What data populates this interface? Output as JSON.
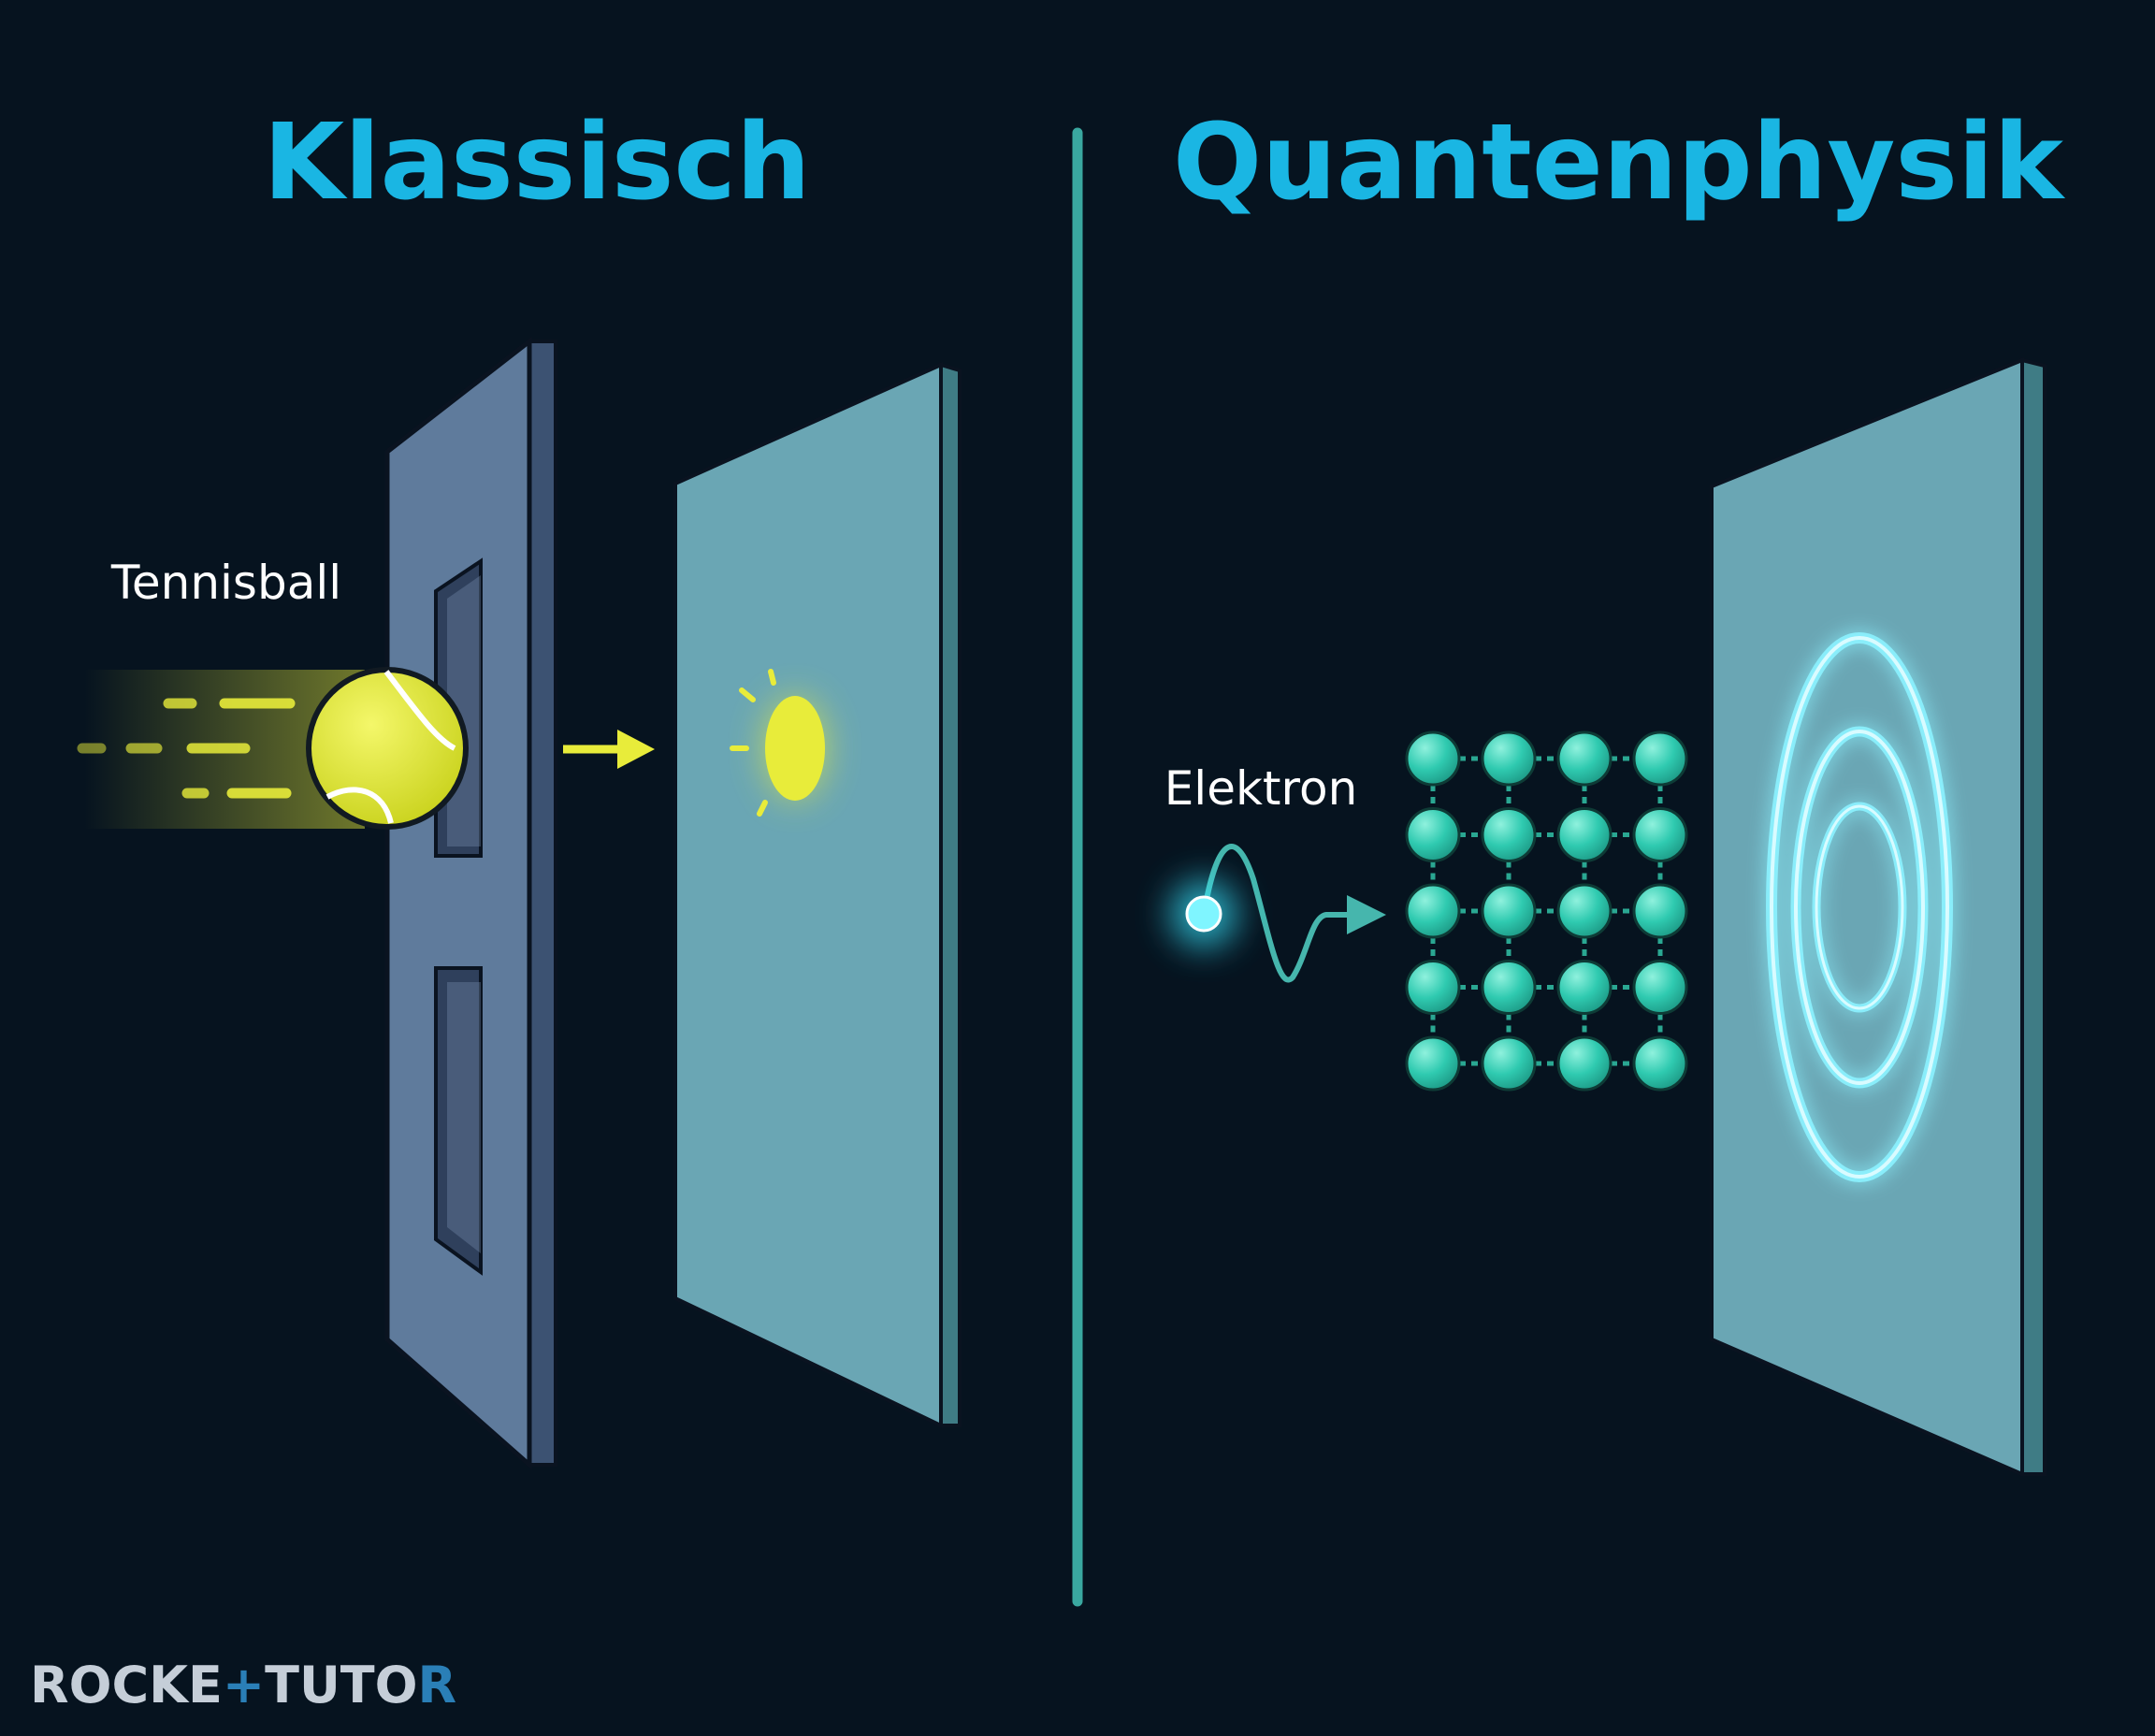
{
  "headings": {
    "left": "Klassisch",
    "right": "Quantenphysik"
  },
  "labels": {
    "ball": "Tennisball",
    "electron": "Elektron"
  },
  "logo": {
    "part1": "ROCKE",
    "part2": "TUTO",
    "part3": "R"
  },
  "colors": {
    "background": "#06131f",
    "heading": "#1ab6e3",
    "divider": "#3aa8a0",
    "ball": "#e8ec3a",
    "atom": "#2cc6ad",
    "screen": "#6aa6b4",
    "barrier": "#5f7b9c",
    "ring": "#8cf2ff",
    "logo": "#c5ced8",
    "logo_accent": "#2a7fb7"
  },
  "icons": {
    "ball": "tennis-ball-icon",
    "electron": "electron-icon",
    "logo": "rocket-tutor-logo"
  },
  "lattice": {
    "rows": 5,
    "cols": 4
  },
  "rings": {
    "count": 3
  }
}
